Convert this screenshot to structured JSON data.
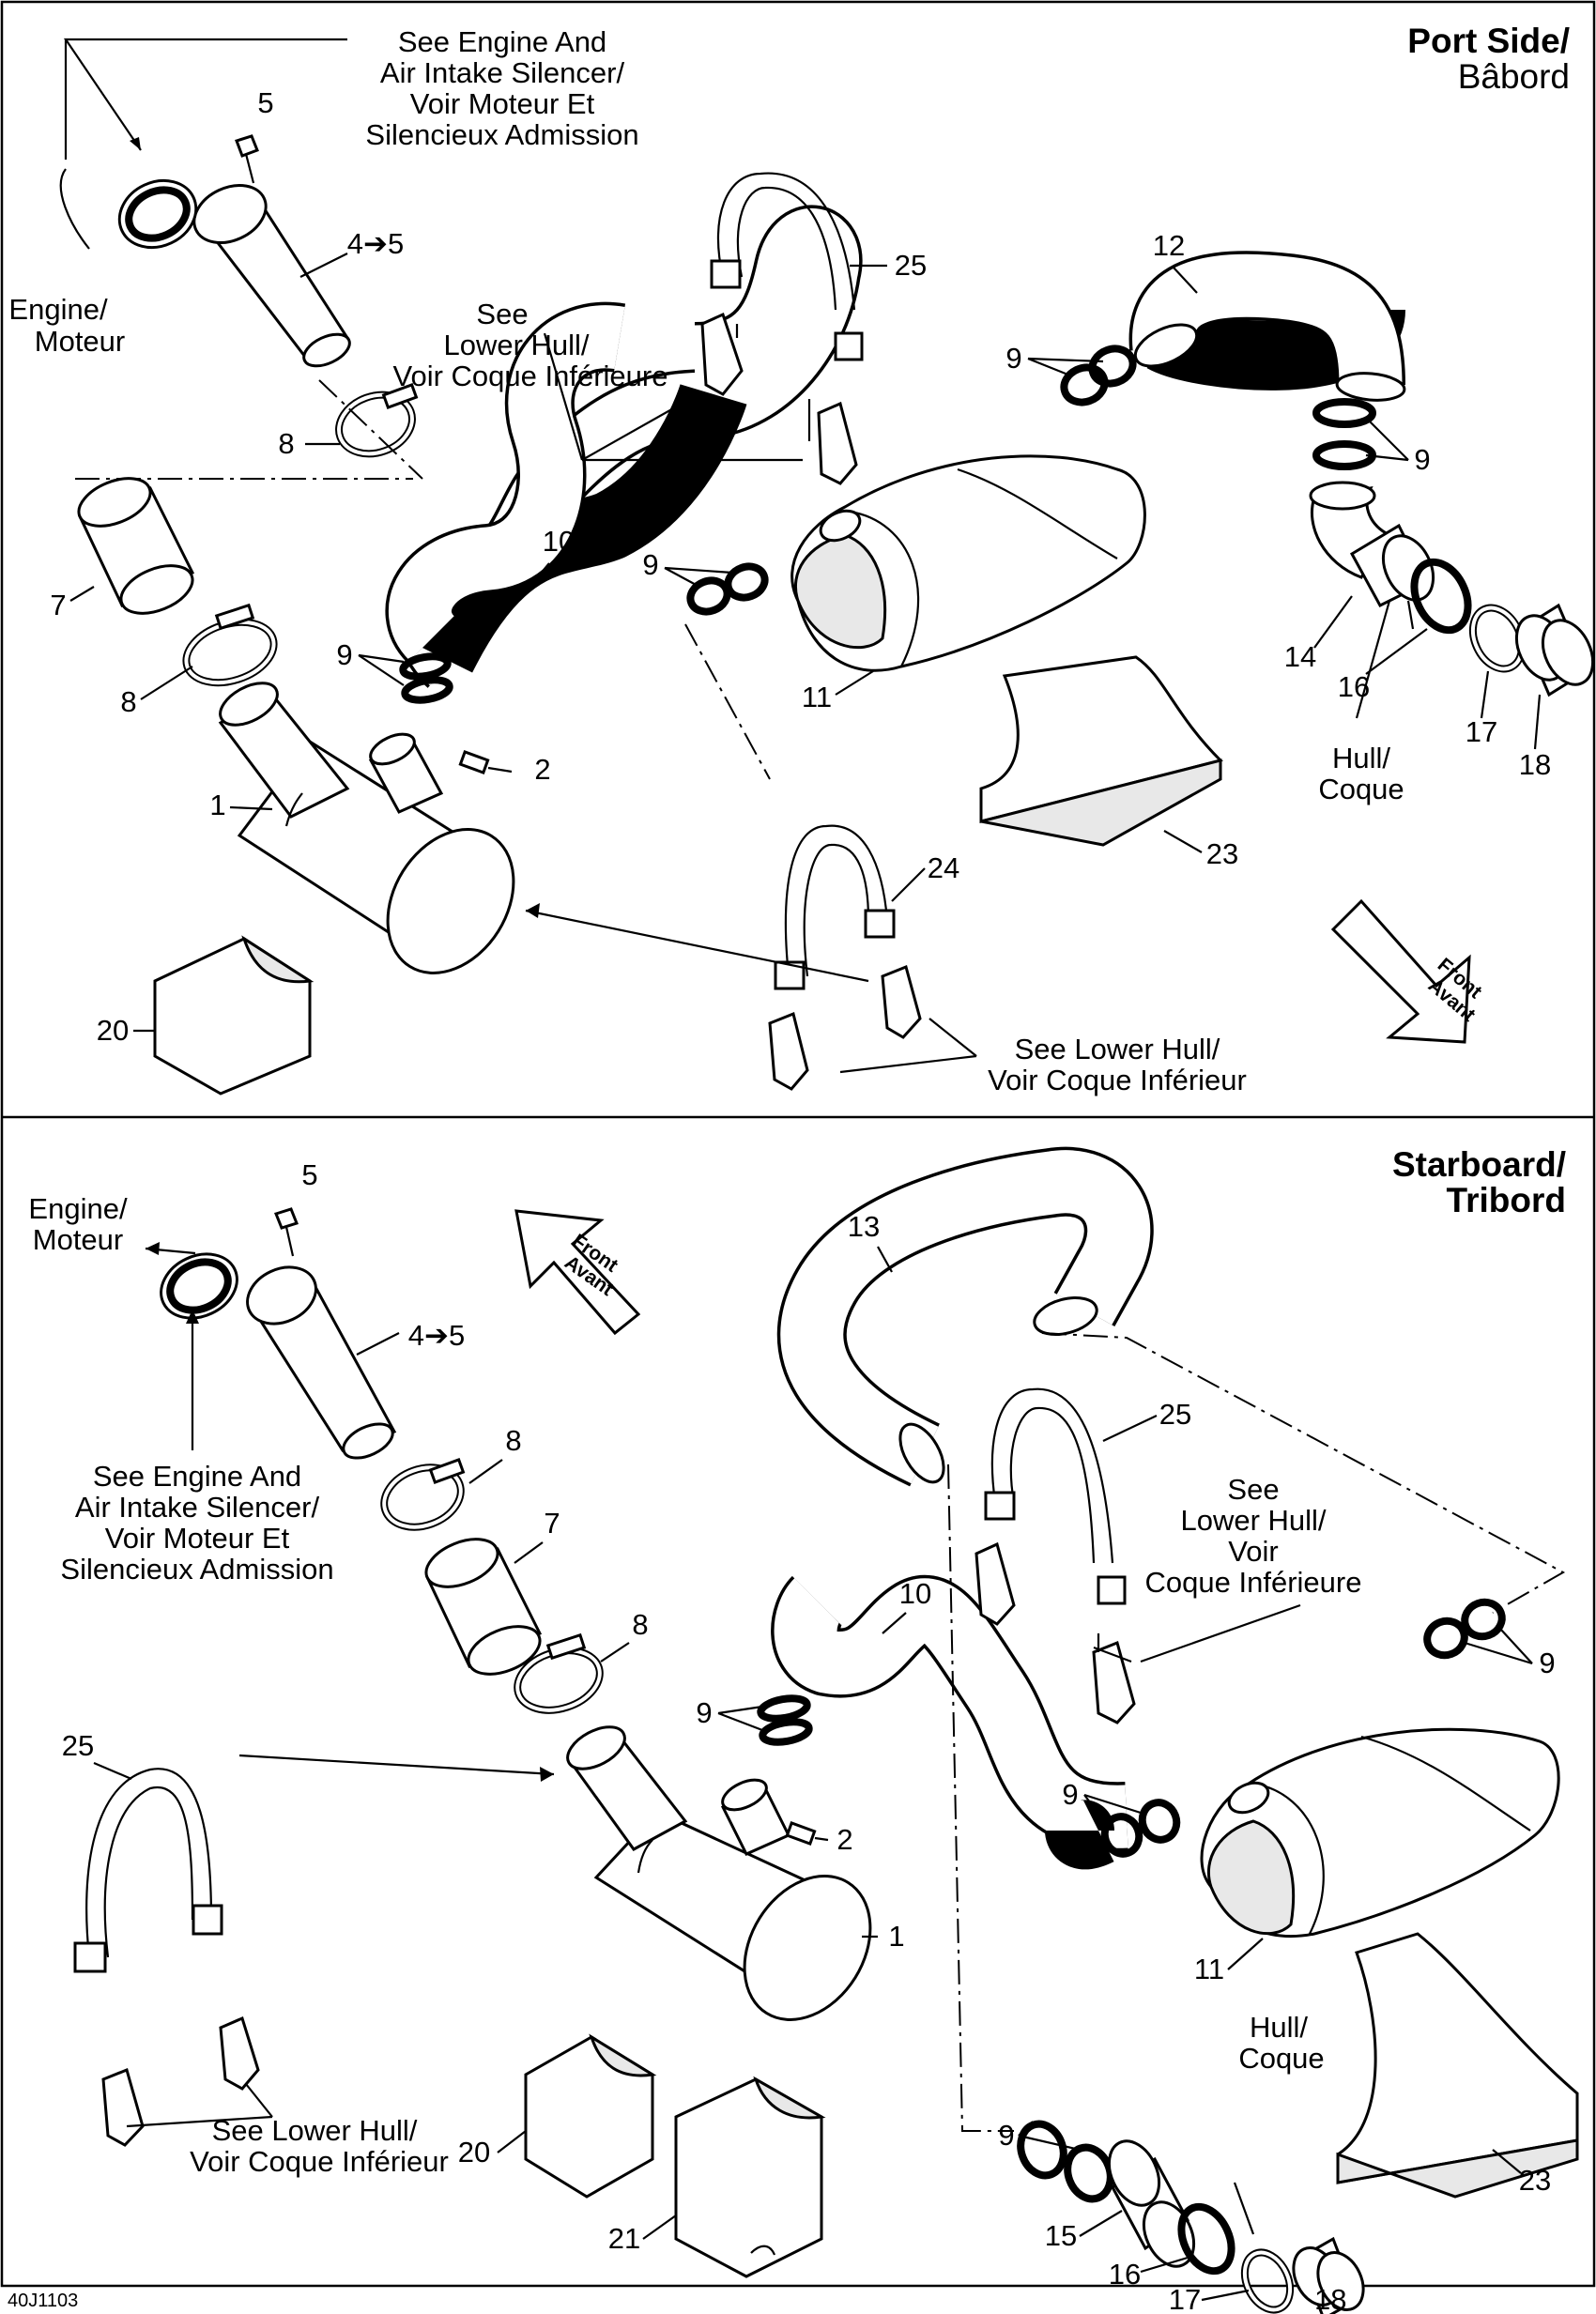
{
  "panels": {
    "top": {
      "title_line1": "Port Side/",
      "title_line2": "Bâbord"
    },
    "bottom": {
      "title_line1": "Starboard/",
      "title_line2": "Tribord"
    }
  },
  "front_arrow": {
    "line1": "Front",
    "line2": "Avant"
  },
  "figure_code": "40J1103",
  "top_labels": {
    "see_engine_l1": "See Engine And",
    "see_engine_l2": "Air Intake Silencer/",
    "see_engine_l3": "Voir Moteur Et",
    "see_engine_l4": "Silencieux Admission",
    "engine_l1": "Engine/",
    "engine_l2": "Moteur",
    "see_lower_l1": "See",
    "see_lower_l2": "Lower Hull/",
    "see_lower_l3": "Voir Coque Inférieure",
    "hull_l1": "Hull/",
    "hull_l2": "Coque",
    "see_lower2_l1": "See Lower Hull/",
    "see_lower2_l2": "Voir Coque Inférieur",
    "p5": "5",
    "p45": "4➔5",
    "p8a": "8",
    "p7": "7",
    "p8b": "8",
    "p9a": "9",
    "p10": "10",
    "p1": "1",
    "p2": "2",
    "p20": "20",
    "p25": "25",
    "p12": "12",
    "p9b": "9",
    "p9c": "9",
    "p9d": "9",
    "p11": "11",
    "p14": "14",
    "p16": "16",
    "p17": "17",
    "p18": "18",
    "p23": "23",
    "p24": "24"
  },
  "bottom_labels": {
    "engine_l1": "Engine/",
    "engine_l2": "Moteur",
    "see_engine_l1": "See Engine And",
    "see_engine_l2": "Air Intake Silencer/",
    "see_engine_l3": "Voir Moteur Et",
    "see_engine_l4": "Silencieux Admission",
    "see_lower_l1": "See",
    "see_lower_l2": "Lower Hull/",
    "see_lower_l3": "Voir",
    "see_lower_l4": "Coque Inférieure",
    "see_lower2_l1": "See Lower Hull/",
    "see_lower2_l2": "Voir Coque Inférieur",
    "hull_l1": "Hull/",
    "hull_l2": "Coque",
    "p5": "5",
    "p45": "4➔5",
    "p8a": "8",
    "p7": "7",
    "p8b": "8",
    "p13": "13",
    "p25a": "25",
    "p10": "10",
    "p9a": "9",
    "p9b": "9",
    "p9c": "9",
    "p9d": "9",
    "p2": "2",
    "p1": "1",
    "p11": "11",
    "p25b": "25",
    "p20": "20",
    "p21": "21",
    "p15": "15",
    "p16": "16",
    "p17": "17",
    "p18": "18",
    "p23": "23"
  }
}
